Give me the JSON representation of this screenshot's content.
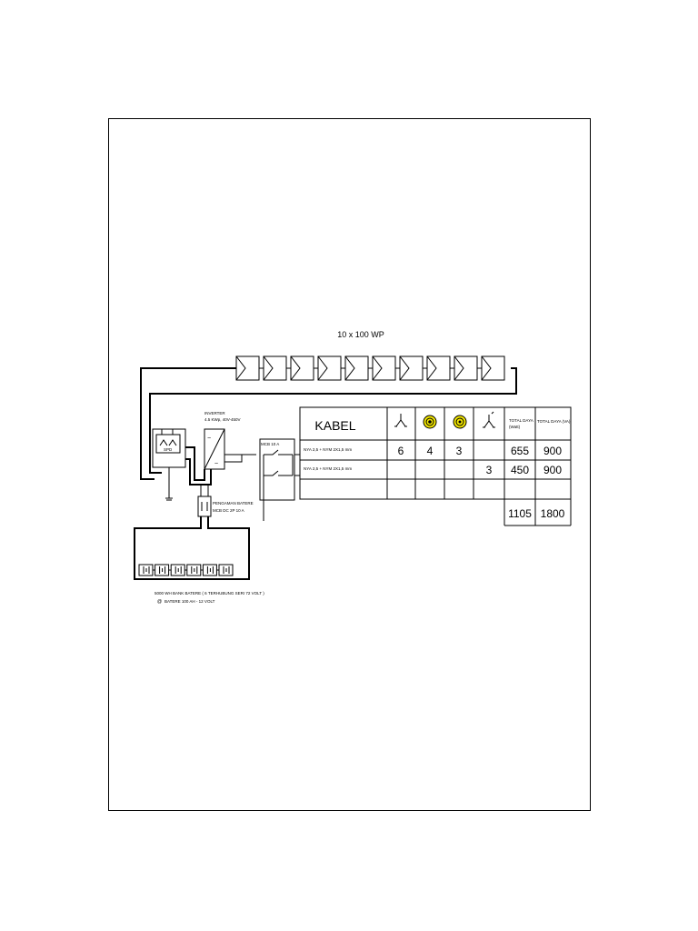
{
  "array_label": "10 x 100 WP",
  "inverter": {
    "line1": "INVERTER",
    "line2": "4.5 KWp, 40V-450V"
  },
  "spd_label": "SPD",
  "mcb_label": "MCB 10 A",
  "battery_protection": {
    "line1": "PENGAMAN BATERE",
    "line2": "MCB DC 2P 10 A"
  },
  "battery_bank": {
    "line1": "5000 WH BANK BATERE ( 6 TERHUBUNG SERI 72 VOLT )",
    "line2": "BATERE 100 AH - 12 VOLT",
    "marker": "@"
  },
  "panel_count": 10,
  "battery_count": 6,
  "table": {
    "header": {
      "kabel": "KABEL",
      "icons": [
        "lamp-icon",
        "downlight-icon",
        "ceiling-lamp-icon",
        "wall-lamp-icon"
      ],
      "total_watt": [
        "TOTAL DAYA",
        "(Watt)"
      ],
      "total_va": "TOTAL DAYA (VA)"
    },
    "rows": [
      {
        "kabel": "NYA 2,5 + NYM 2X1,5 mm",
        "c1": "6",
        "c2": "4",
        "c3": "3",
        "c4": "",
        "watt": "655",
        "va": "900"
      },
      {
        "kabel": "NYA 2,5 + NYM 2X1,5 mm",
        "c1": "",
        "c2": "",
        "c3": "",
        "c4": "3",
        "watt": "450",
        "va": "900"
      },
      {
        "kabel": "",
        "c1": "",
        "c2": "",
        "c3": "",
        "c4": "",
        "watt": "",
        "va": ""
      }
    ],
    "totals": {
      "watt": "1105",
      "va": "1800"
    }
  },
  "colors": {
    "lamp_fill": "#f2e600",
    "line": "#000000"
  }
}
